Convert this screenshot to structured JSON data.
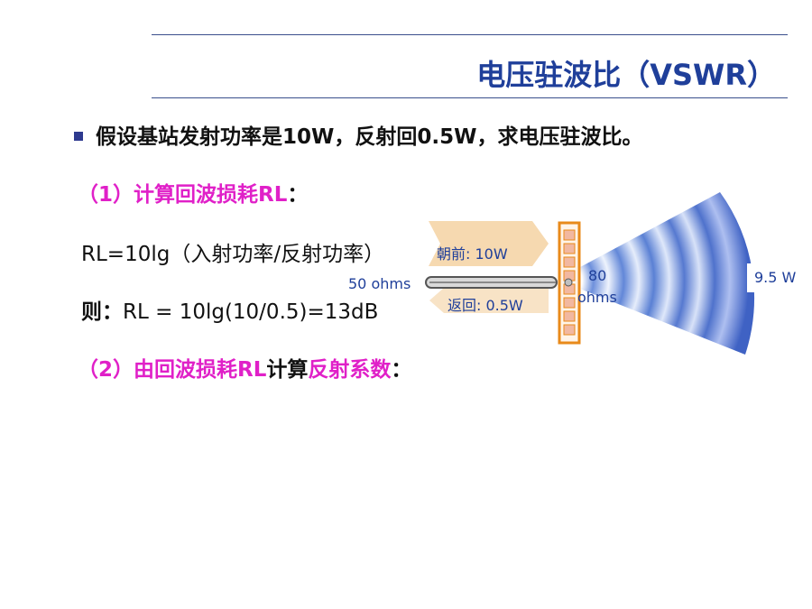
{
  "slide": {
    "title": "电压驻波比（VSWR）",
    "bullet": "假设基站发射功率是10W，反射回0.5W，求电压驻波比。",
    "step1": {
      "label": "（1）计算回波损耗RL",
      "colon": "："
    },
    "formula1": "RL=10lg（入射功率/反射功率）",
    "formula2": {
      "prefix": "则：",
      "expr": "RL = 10lg(10/0.5)=13dB"
    },
    "step2": {
      "label_a": "（2）由回波损耗RL",
      "label_b": "计算",
      "label_c": "反射系数",
      "colon": "："
    }
  },
  "diagram": {
    "forward_label": "朝前: 10W",
    "reflected_label": "返回: 0.5W",
    "source_impedance": "50 ohms",
    "load_impedance_value": "80",
    "load_impedance_unit": "ohms",
    "radiated_power": "9.5 W",
    "colors": {
      "arrow": "#f6d9b0",
      "antenna_frame": "#e88a1a",
      "antenna_cell": "#f2b8a0",
      "wave_light": "#dfe8fb",
      "wave_dark": "#5f86d8",
      "cable": "#555555"
    }
  }
}
